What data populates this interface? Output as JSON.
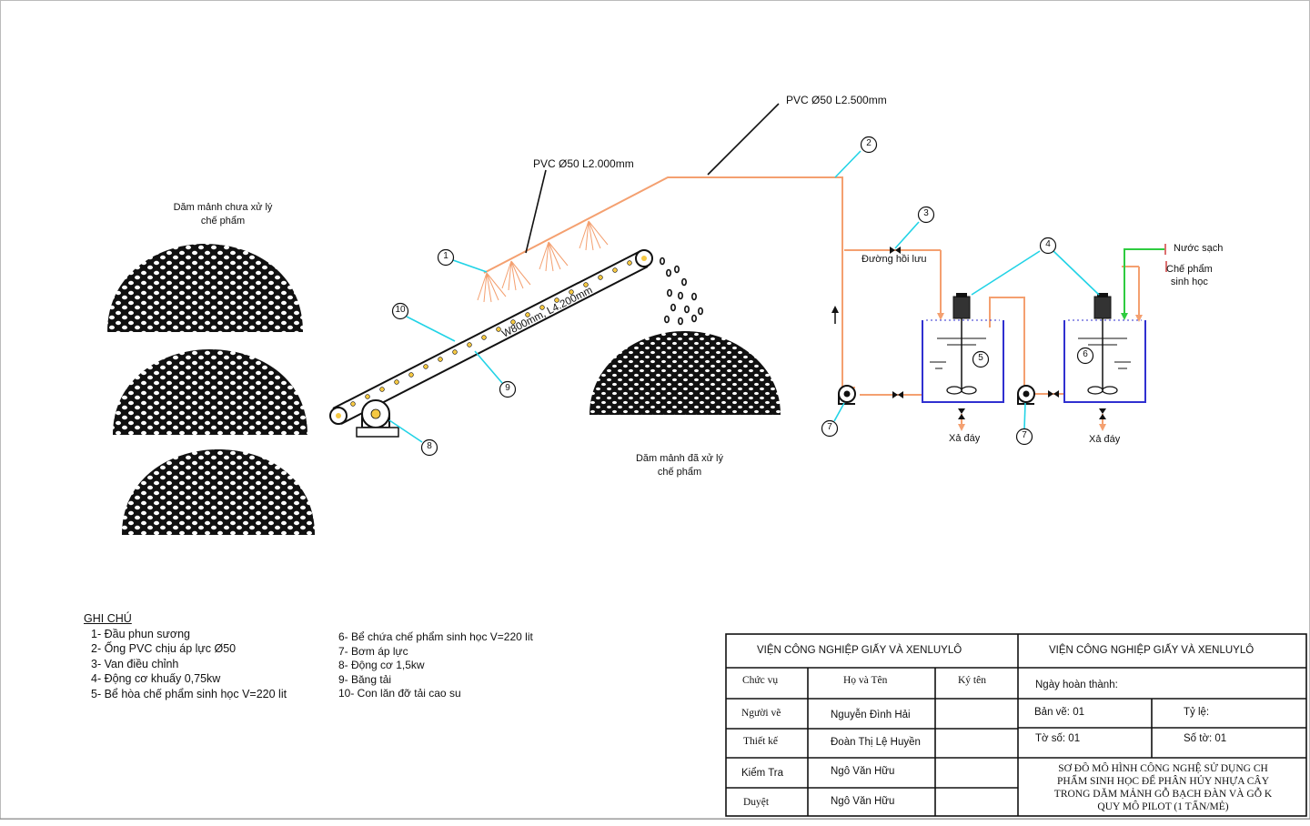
{
  "labels": {
    "pipe_top": "PVC Ø50 L2.500mm",
    "pipe_spray": "PVC Ø50 L2.000mm",
    "pile_untreated": [
      "Dăm mảnh chưa xử lý",
      "chế phẩm"
    ],
    "pile_treated": [
      "Dăm mảnh đã xử lý",
      "chế phẩm"
    ],
    "conveyor": "W800mm, L4.200mm",
    "return_line": "Đường hồi lưu",
    "clean_water": "Nước sạch",
    "bio_product": [
      "Chế phẩm",
      "sinh học"
    ],
    "drain_1": "Xả đáy",
    "drain_2": "Xả đáy"
  },
  "callouts": [
    "1",
    "2",
    "3",
    "4",
    "5",
    "6",
    "7",
    "7",
    "8",
    "9",
    "10"
  ],
  "notes": {
    "heading": "GHI CHÚ",
    "col1": [
      "1- Đầu phun sương",
      "2- Ống PVC chịu áp lực Ø50",
      "3- Van điều chỉnh",
      "4- Động cơ khuấy 0,75kw",
      "5- Bể hòa chế phẩm sinh học V=220 lit"
    ],
    "col2": [
      "6- Bể chứa chế phẩm sinh học V=220 lit",
      "7- Bơm áp lực",
      "8- Động cơ 1,5kw",
      "9- Băng tải",
      "10- Con lăn đỡ tải cao su"
    ]
  },
  "title_block": {
    "org_left": "VIỆN CÔNG NGHIỆP GIẤY VÀ XENLUYLÔ",
    "org_right": "VIỆN CÔNG NGHIỆP GIẤY VÀ XENLUYLÔ",
    "col_role": "Chức vụ",
    "col_name": "Họ và Tên",
    "col_sign": "Ký tên",
    "rows": [
      {
        "role": "Người vẽ",
        "name": "Nguyễn Đình Hải"
      },
      {
        "role": "Thiết kế",
        "name": "Đoàn Thị Lệ Huyền"
      },
      {
        "role": "Kiểm Tra",
        "name": "Ngô Văn Hữu"
      },
      {
        "role": "Duyệt",
        "name": "Ngô Văn Hữu"
      }
    ],
    "completion_date": "Ngày hoàn thành:",
    "drawing_no": "Bản vẽ: 01",
    "scale": "Tỷ lệ:",
    "sheet_no": "Tờ số: 01",
    "sheet_count": "Số tờ: 01",
    "title": [
      "SƠ ĐỒ MÔ HÌNH CÔNG NGHỆ SỬ DỤNG CH",
      "PHẨM SINH HỌC ĐỂ PHÂN HỦY NHỰA CÂY",
      "TRONG DĂM MẢNH GỖ BẠCH ĐÀN VÀ GỖ K",
      "QUY MÔ PILOT (1 TẤN/MẺ)"
    ]
  },
  "colors": {
    "pipe": "#f4a070",
    "leader": "#22d3e6",
    "water": "#2ecc40",
    "tank": "#3030d0",
    "ink": "#111111"
  }
}
